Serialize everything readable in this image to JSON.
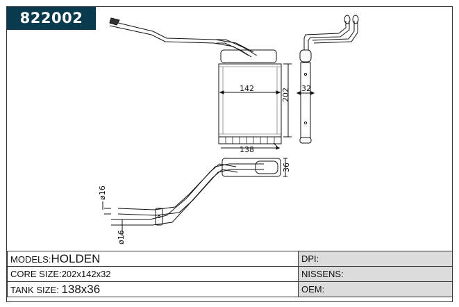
{
  "part_number": "822002",
  "drawing": {
    "dimensions": {
      "core_width": "142",
      "core_height": "202",
      "core_depth": "32",
      "tank_width": "138",
      "tank_height": "36",
      "pipe_diameter_top": "ø16",
      "pipe_diameter_bottom": "ø16"
    }
  },
  "specs": {
    "models_label": "MODELS:",
    "models_value": "HOLDEN",
    "core_size_label": "CORE SIZE:",
    "core_size_value": "202x142x32",
    "tank_size_label": "TANK SIZE: ",
    "tank_size_value": "138x36",
    "dpi_label": "DPI:",
    "nissens_label": "NISSENS:",
    "oem_label": "OEM:"
  }
}
